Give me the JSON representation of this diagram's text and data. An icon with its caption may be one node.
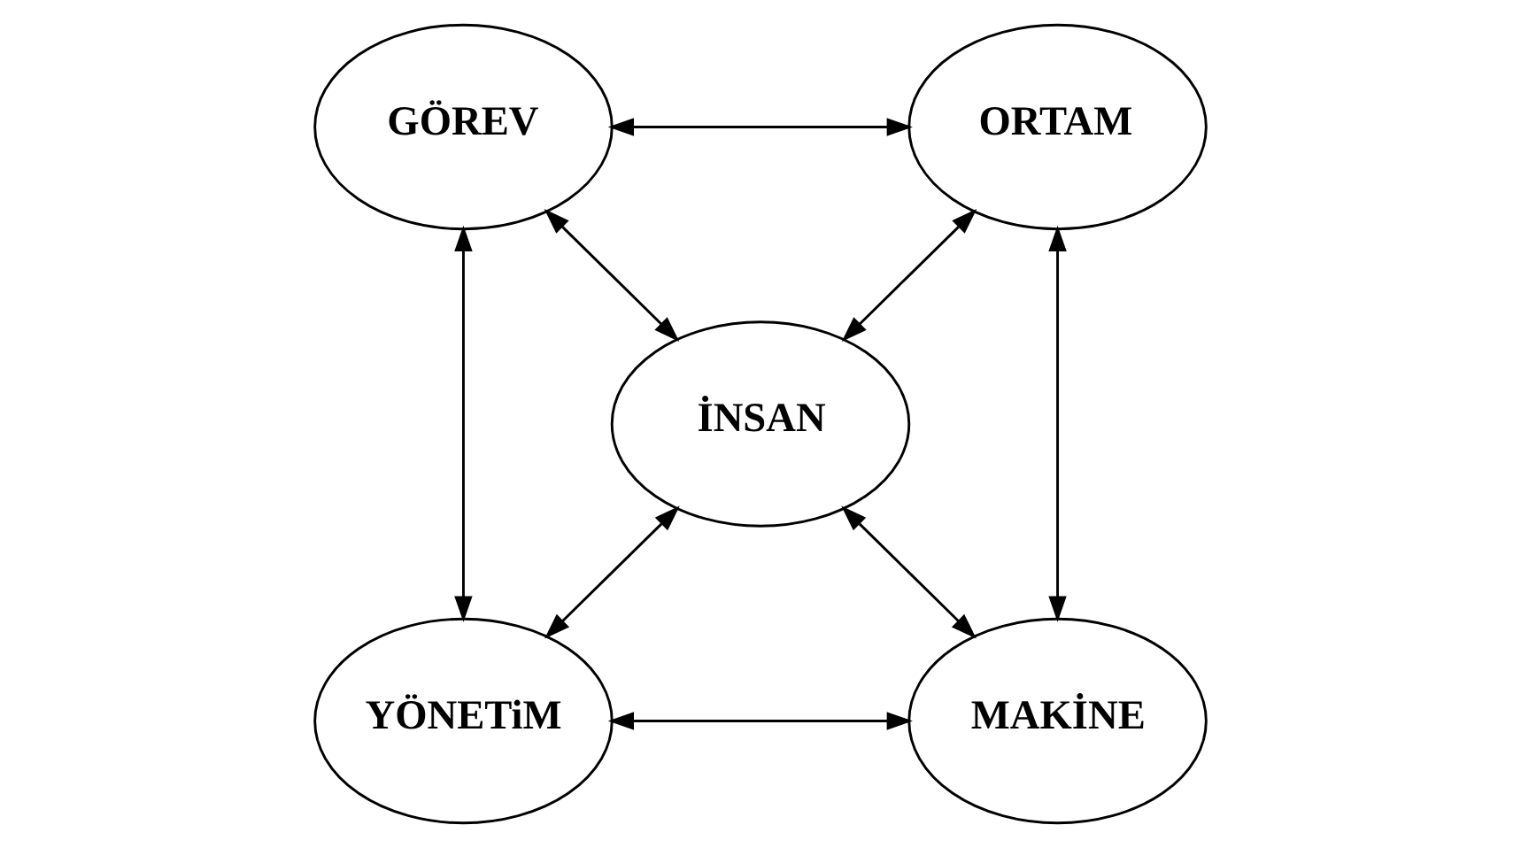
{
  "diagram": {
    "nodes": [
      {
        "text": [
          "GÖREV"
        ]
      },
      {
        "text": [
          "ORTAM"
        ]
      },
      {
        "text": [
          "İNSAN"
        ]
      },
      {
        "text": [
          "YÖNETiM"
        ]
      },
      {
        "text": [
          "MAKİNE"
        ]
      }
    ],
    "edges": [
      {
        "from": 0,
        "to": 1,
        "arrow": "both"
      },
      {
        "from": 0,
        "to": 2,
        "arrow": "both"
      },
      {
        "from": 1,
        "to": 2,
        "arrow": "both"
      },
      {
        "from": 0,
        "to": 3,
        "arrow": "both"
      },
      {
        "from": 1,
        "to": 4,
        "arrow": "both"
      },
      {
        "from": 3,
        "to": 2,
        "arrow": "both"
      },
      {
        "from": 2,
        "to": 4,
        "arrow": "both"
      },
      {
        "from": 3,
        "to": 4,
        "arrow": "both"
      }
    ]
  }
}
